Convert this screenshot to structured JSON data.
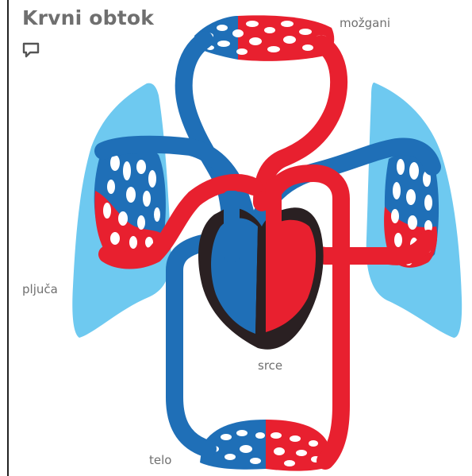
{
  "title": "Krvni obtok",
  "icons": {
    "comment": "speech-bubble-icon"
  },
  "labels": {
    "brain": "možgani",
    "lungs": "pljuča",
    "heart": "srce",
    "body": "telo"
  },
  "colors": {
    "oxygenated": "#e8202f",
    "deoxygenated": "#1f6fb7",
    "lungs": "#6ec9f0",
    "heart_outline": "#2a2022",
    "text": "#707070"
  }
}
